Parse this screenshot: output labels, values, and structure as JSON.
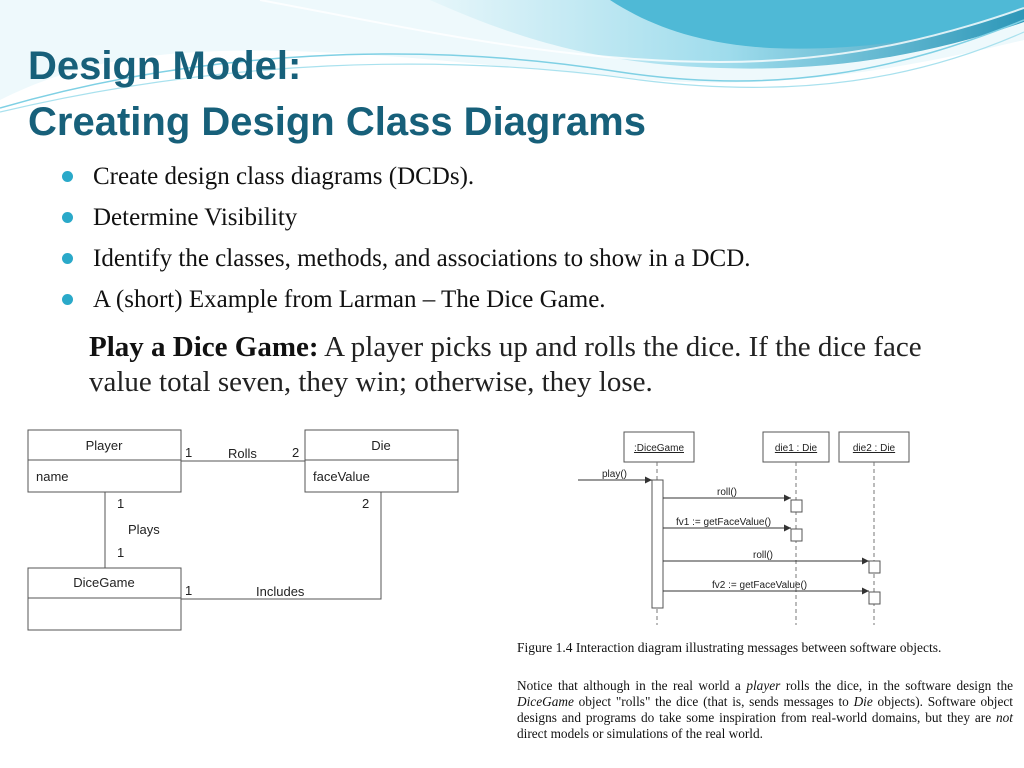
{
  "title": {
    "line1": "Design Model:",
    "line2": "Creating Design Class Diagrams"
  },
  "bullets": [
    "Create design class diagrams (DCDs).",
    "Determine Visibility",
    "Identify the classes, methods, and associations to show in a DCD.",
    "A (short) Example from Larman – The Dice Game."
  ],
  "dice_game": {
    "label": "Play a Dice Game:",
    "text": " A player picks up and rolls the dice. If the dice face value total seven, they win; otherwise, they lose."
  },
  "class_diagram": {
    "player": {
      "name": "Player",
      "attribute": "name"
    },
    "die": {
      "name": "Die",
      "attribute": "faceValue"
    },
    "dicegame": {
      "name": "DiceGame",
      "attribute": ""
    },
    "rolls": {
      "label": "Rolls",
      "player_mult": "1",
      "die_mult": "2"
    },
    "plays": {
      "label": "Plays",
      "player_mult": "1",
      "dicegame_mult": "1"
    },
    "includes": {
      "label": "Includes",
      "dicegame_mult": "1",
      "die_mult": "2"
    }
  },
  "sequence_diagram": {
    "lifelines": [
      ":DiceGame",
      "die1 : Die",
      "die2 : Die"
    ],
    "messages": [
      "play()",
      "roll()",
      "fv1 := getFaceValue()",
      "roll()",
      "fv2 := getFaceValue()"
    ]
  },
  "caption": "Figure 1.4 Interaction diagram illustrating messages between software objects.",
  "notice": {
    "p1": "Notice that although in the real world a ",
    "e1": "player",
    "p2": " rolls the dice, in the software design the ",
    "e2": "DiceGame",
    "p3": " object \"rolls\" the dice (that is, sends messages to ",
    "e3": "Die",
    "p4": " objects). Software object designs and programs do take some inspiration from real-world domains, but they are ",
    "e4": "not",
    "p5": " direct models or simulations of the real world."
  },
  "colors": {
    "title": "#17607a",
    "bullet": "#2aa9c9",
    "wave_light": "#c9eef6",
    "wave_mid": "#5fc4dd",
    "wave_dark": "#2d97b8"
  }
}
